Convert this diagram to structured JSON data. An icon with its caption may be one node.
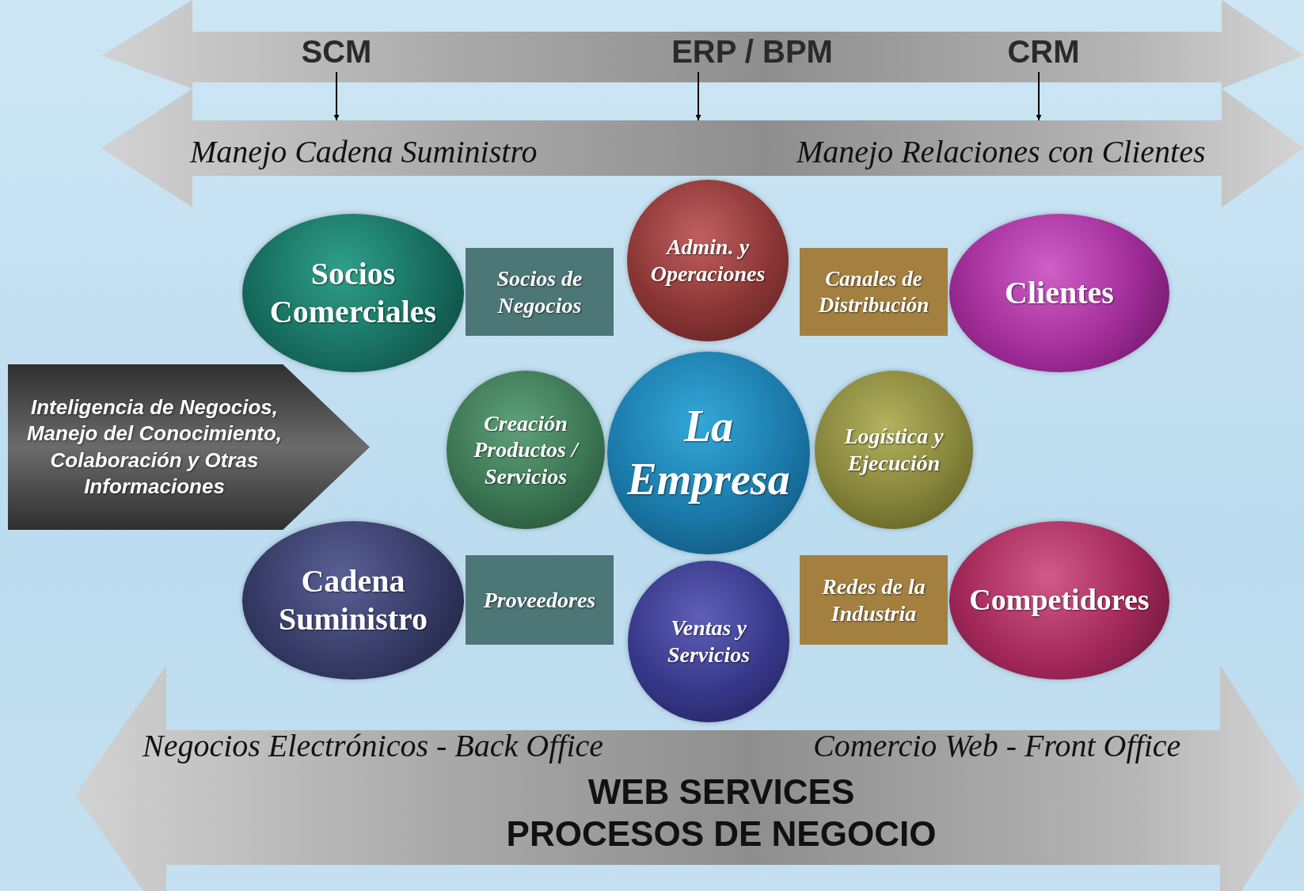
{
  "diagram": {
    "nodes": [
      {
        "text": [],
        "shape": "band"
      },
      {
        "text": [
          "SCM"
        ],
        "in": 0
      },
      {
        "text": [
          "ERP / BPM"
        ],
        "in": 0
      },
      {
        "text": [
          "CRM"
        ],
        "in": 0
      },
      {
        "text": [
          "Manejo Cadena Suministro",
          "Manejo Relaciones con Clientes"
        ]
      },
      {
        "text": [
          "Admin. y Operaciones"
        ]
      },
      {
        "text": [
          "Socios Comerciales"
        ]
      },
      {
        "text": [
          "Socios de Negocios"
        ]
      },
      {
        "text": [
          "Canales de Distribución"
        ]
      },
      {
        "text": [
          "Clientes"
        ]
      },
      {
        "text": [
          "Inteligencia de Negocios, Manejo del Conocimiento, Colaboración y Otras Informaciones"
        ]
      },
      {
        "text": [
          "Creación Productos / Servicios"
        ]
      },
      {
        "text": [
          "La Empresa"
        ]
      },
      {
        "text": [
          "Logística y Ejecución"
        ]
      },
      {
        "text": [
          "Cadena Suministro"
        ]
      },
      {
        "text": [
          "Proveedores"
        ]
      },
      {
        "text": [
          "Redes de la Industria"
        ]
      },
      {
        "text": [
          "Competidores"
        ]
      },
      {
        "text": [
          "Ventas y Servicios"
        ]
      },
      {
        "text": [
          "Negocios Electrónicos - Back Office",
          "Comercio Web - Front Office",
          "WEB SERVICES",
          "PROCESOS DE NEGOCIO"
        ]
      }
    ],
    "edges": [
      {
        "from": 1,
        "to": 4,
        "arrow": "to"
      },
      {
        "from": 2,
        "to": 4,
        "arrow": "to"
      },
      {
        "from": 3,
        "to": 4,
        "arrow": "to"
      }
    ]
  }
}
